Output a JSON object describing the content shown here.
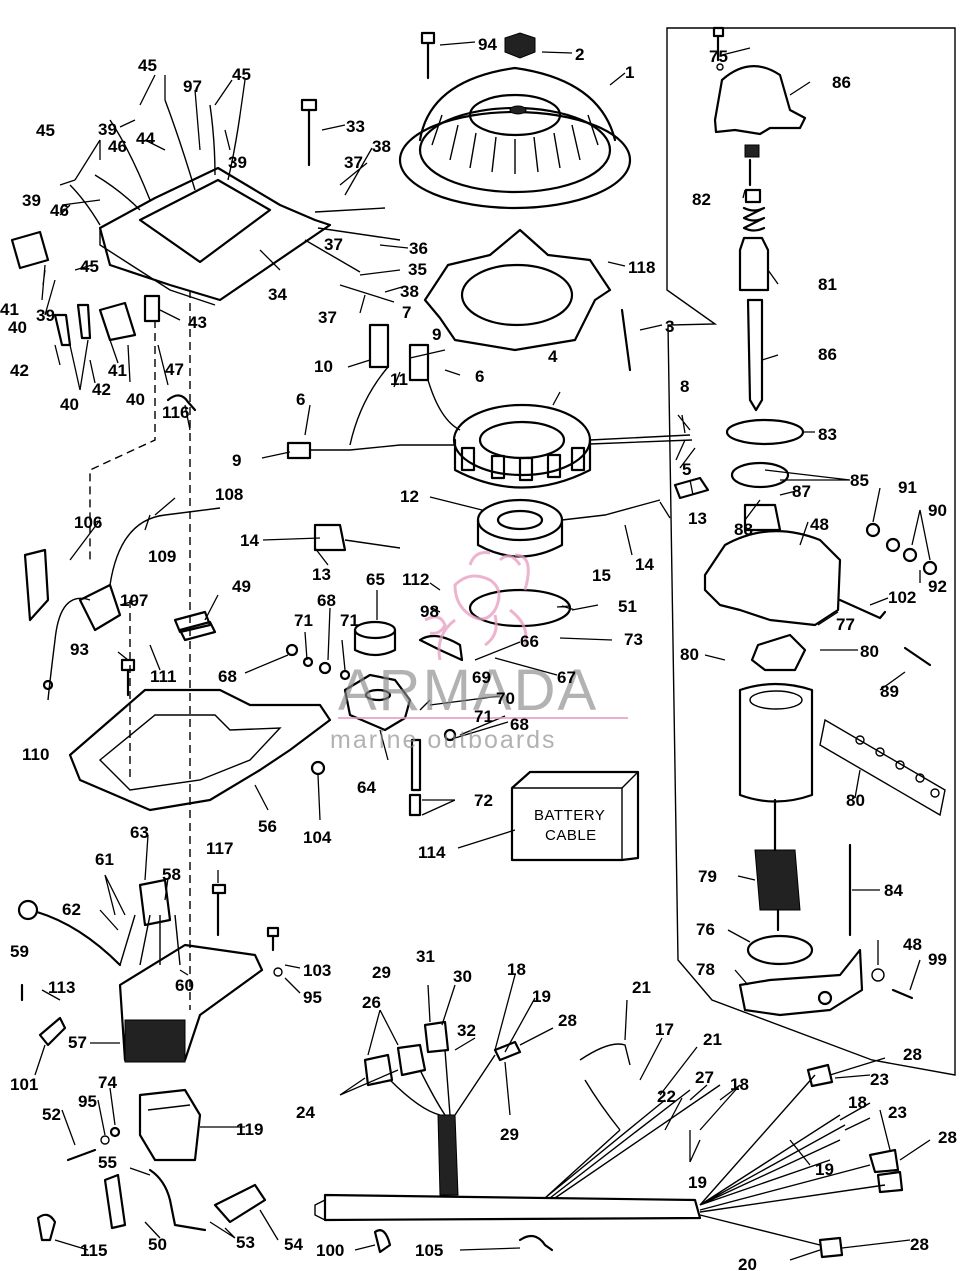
{
  "diagram": {
    "callouts": [
      {
        "id": "c1",
        "text": "1"
      },
      {
        "id": "c2",
        "text": "2"
      },
      {
        "id": "c94",
        "text": "94"
      },
      {
        "id": "c3",
        "text": "3"
      },
      {
        "id": "c4",
        "text": "4"
      },
      {
        "id": "c5",
        "text": "5"
      },
      {
        "id": "c6a",
        "text": "6"
      },
      {
        "id": "c6b",
        "text": "6"
      },
      {
        "id": "c7",
        "text": "7"
      },
      {
        "id": "c8",
        "text": "8"
      },
      {
        "id": "c9a",
        "text": "9"
      },
      {
        "id": "c9b",
        "text": "9"
      },
      {
        "id": "c10",
        "text": "10"
      },
      {
        "id": "c11",
        "text": "11"
      },
      {
        "id": "c12",
        "text": "12"
      },
      {
        "id": "c13a",
        "text": "13"
      },
      {
        "id": "c13b",
        "text": "13"
      },
      {
        "id": "c14a",
        "text": "14"
      },
      {
        "id": "c14b",
        "text": "14"
      },
      {
        "id": "c15",
        "text": "15"
      },
      {
        "id": "c17",
        "text": "17"
      },
      {
        "id": "c18a",
        "text": "18"
      },
      {
        "id": "c18b",
        "text": "18"
      },
      {
        "id": "c18c",
        "text": "18"
      },
      {
        "id": "c19a",
        "text": "19"
      },
      {
        "id": "c19b",
        "text": "19"
      },
      {
        "id": "c19c",
        "text": "19"
      },
      {
        "id": "c20",
        "text": "20"
      },
      {
        "id": "c21a",
        "text": "21"
      },
      {
        "id": "c21b",
        "text": "21"
      },
      {
        "id": "c22",
        "text": "22"
      },
      {
        "id": "c23a",
        "text": "23"
      },
      {
        "id": "c23b",
        "text": "23"
      },
      {
        "id": "c24",
        "text": "24"
      },
      {
        "id": "c26",
        "text": "26"
      },
      {
        "id": "c27",
        "text": "27"
      },
      {
        "id": "c28a",
        "text": "28"
      },
      {
        "id": "c28b",
        "text": "28"
      },
      {
        "id": "c28c",
        "text": "28"
      },
      {
        "id": "c28d",
        "text": "28"
      },
      {
        "id": "c29a",
        "text": "29"
      },
      {
        "id": "c29b",
        "text": "29"
      },
      {
        "id": "c30",
        "text": "30"
      },
      {
        "id": "c31",
        "text": "31"
      },
      {
        "id": "c32",
        "text": "32"
      },
      {
        "id": "c33",
        "text": "33"
      },
      {
        "id": "c34",
        "text": "34"
      },
      {
        "id": "c35",
        "text": "35"
      },
      {
        "id": "c36",
        "text": "36"
      },
      {
        "id": "c37a",
        "text": "37"
      },
      {
        "id": "c37b",
        "text": "37"
      },
      {
        "id": "c37c",
        "text": "37"
      },
      {
        "id": "c38a",
        "text": "38"
      },
      {
        "id": "c38b",
        "text": "38"
      },
      {
        "id": "c39a",
        "text": "39"
      },
      {
        "id": "c39b",
        "text": "39"
      },
      {
        "id": "c39c",
        "text": "39"
      },
      {
        "id": "c39d",
        "text": "39"
      },
      {
        "id": "c40a",
        "text": "40"
      },
      {
        "id": "c40b",
        "text": "40"
      },
      {
        "id": "c40c",
        "text": "40"
      },
      {
        "id": "c41a",
        "text": "41"
      },
      {
        "id": "c41b",
        "text": "41"
      },
      {
        "id": "c42a",
        "text": "42"
      },
      {
        "id": "c42b",
        "text": "42"
      },
      {
        "id": "c43",
        "text": "43"
      },
      {
        "id": "c44",
        "text": "44"
      },
      {
        "id": "c45a",
        "text": "45"
      },
      {
        "id": "c45b",
        "text": "45"
      },
      {
        "id": "c45c",
        "text": "45"
      },
      {
        "id": "c45d",
        "text": "45"
      },
      {
        "id": "c46a",
        "text": "46"
      },
      {
        "id": "c46b",
        "text": "46"
      },
      {
        "id": "c47",
        "text": "47"
      },
      {
        "id": "c48a",
        "text": "48"
      },
      {
        "id": "c48b",
        "text": "48"
      },
      {
        "id": "c49",
        "text": "49"
      },
      {
        "id": "c50",
        "text": "50"
      },
      {
        "id": "c51",
        "text": "51"
      },
      {
        "id": "c52",
        "text": "52"
      },
      {
        "id": "c53",
        "text": "53"
      },
      {
        "id": "c54",
        "text": "54"
      },
      {
        "id": "c55",
        "text": "55"
      },
      {
        "id": "c56",
        "text": "56"
      },
      {
        "id": "c57",
        "text": "57"
      },
      {
        "id": "c58",
        "text": "58"
      },
      {
        "id": "c59",
        "text": "59"
      },
      {
        "id": "c60",
        "text": "60"
      },
      {
        "id": "c61",
        "text": "61"
      },
      {
        "id": "c62",
        "text": "62"
      },
      {
        "id": "c63",
        "text": "63"
      },
      {
        "id": "c64",
        "text": "64"
      },
      {
        "id": "c65",
        "text": "65"
      },
      {
        "id": "c66",
        "text": "66"
      },
      {
        "id": "c67",
        "text": "67"
      },
      {
        "id": "c68a",
        "text": "68"
      },
      {
        "id": "c68b",
        "text": "68"
      },
      {
        "id": "c68c",
        "text": "68"
      },
      {
        "id": "c69",
        "text": "69"
      },
      {
        "id": "c70",
        "text": "70"
      },
      {
        "id": "c71a",
        "text": "71"
      },
      {
        "id": "c71b",
        "text": "71"
      },
      {
        "id": "c71c",
        "text": "71"
      },
      {
        "id": "c72",
        "text": "72"
      },
      {
        "id": "c73",
        "text": "73"
      },
      {
        "id": "c74",
        "text": "74"
      },
      {
        "id": "c75",
        "text": "75"
      },
      {
        "id": "c76",
        "text": "76"
      },
      {
        "id": "c77",
        "text": "77"
      },
      {
        "id": "c78",
        "text": "78"
      },
      {
        "id": "c79",
        "text": "79"
      },
      {
        "id": "c80a",
        "text": "80"
      },
      {
        "id": "c80b",
        "text": "80"
      },
      {
        "id": "c80c",
        "text": "80"
      },
      {
        "id": "c81",
        "text": "81"
      },
      {
        "id": "c82",
        "text": "82"
      },
      {
        "id": "c83",
        "text": "83"
      },
      {
        "id": "c84",
        "text": "84"
      },
      {
        "id": "c85",
        "text": "85"
      },
      {
        "id": "c86a",
        "text": "86"
      },
      {
        "id": "c86b",
        "text": "86"
      },
      {
        "id": "c87",
        "text": "87"
      },
      {
        "id": "c88",
        "text": "88"
      },
      {
        "id": "c89",
        "text": "89"
      },
      {
        "id": "c90",
        "text": "90"
      },
      {
        "id": "c91",
        "text": "91"
      },
      {
        "id": "c92",
        "text": "92"
      },
      {
        "id": "c93",
        "text": "93"
      },
      {
        "id": "c95a",
        "text": "95"
      },
      {
        "id": "c95b",
        "text": "95"
      },
      {
        "id": "c97",
        "text": "97"
      },
      {
        "id": "c98",
        "text": "98"
      },
      {
        "id": "c99",
        "text": "99"
      },
      {
        "id": "c100",
        "text": "100"
      },
      {
        "id": "c101",
        "text": "101"
      },
      {
        "id": "c102",
        "text": "102"
      },
      {
        "id": "c103",
        "text": "103"
      },
      {
        "id": "c104",
        "text": "104"
      },
      {
        "id": "c105",
        "text": "105"
      },
      {
        "id": "c106",
        "text": "106"
      },
      {
        "id": "c107",
        "text": "107"
      },
      {
        "id": "c108",
        "text": "108"
      },
      {
        "id": "c109",
        "text": "109"
      },
      {
        "id": "c110",
        "text": "110"
      },
      {
        "id": "c111",
        "text": "111"
      },
      {
        "id": "c112",
        "text": "112"
      },
      {
        "id": "c113",
        "text": "113"
      },
      {
        "id": "c114",
        "text": "114"
      },
      {
        "id": "c115",
        "text": "115"
      },
      {
        "id": "c116",
        "text": "116"
      },
      {
        "id": "c117",
        "text": "117"
      },
      {
        "id": "c118",
        "text": "118"
      },
      {
        "id": "c119",
        "text": "119"
      }
    ],
    "battery_cable_box": {
      "line1": "BATTERY",
      "line2": "CABLE"
    },
    "watermark": {
      "title": "ARMADA",
      "subtitle": "marine outboards",
      "color": "#e79bc0"
    }
  }
}
